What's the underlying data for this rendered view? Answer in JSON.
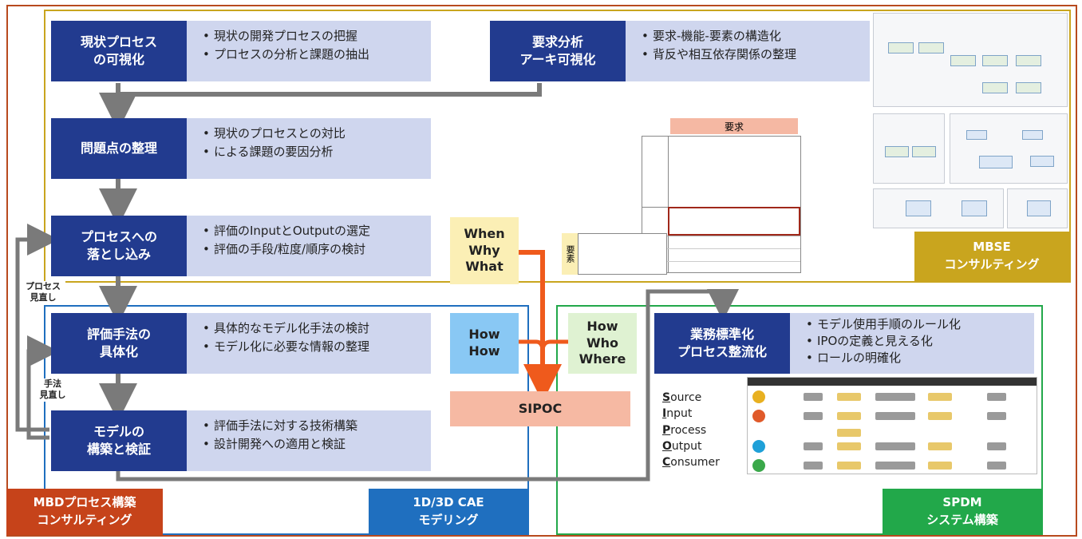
{
  "steps": [
    {
      "title": "現状プロセス\nの可視化",
      "bullets": [
        "現状の開発プロセスの把握",
        "プロセスの分析と課題の抽出"
      ]
    },
    {
      "title": "問題点の整理",
      "bullets": [
        "現状のプロセスとの対比",
        "による課題の要因分析"
      ]
    },
    {
      "title": "プロセスへの\n落とし込み",
      "bullets": [
        "評価のInputとOutputの選定",
        "評価の手段/粒度/順序の検討"
      ]
    },
    {
      "title": "評価手法の\n具体化",
      "bullets": [
        "具体的なモデル化手法の検討",
        "モデル化に必要な情報の整理"
      ]
    },
    {
      "title": "モデルの\n構築と検証",
      "bullets": [
        "評価手法に対する技術構築",
        "設計開発への適用と検証"
      ]
    }
  ],
  "req_analysis": {
    "title": "要求分析\nアーキ可視化",
    "bullets": [
      "要求-機能-要素の構造化",
      "背反や相互依存関係の整理"
    ]
  },
  "standardization": {
    "title": "業務標準化\nプロセス整流化",
    "bullets": [
      "モデル使用手順のルール化",
      "IPOの定義と見える化",
      "ロールの明確化"
    ]
  },
  "side_labels": {
    "process_review": "プロセス\n見直し",
    "method_review": "手法\n見直し"
  },
  "w_boxes": {
    "when_why_what": "When\nWhy\nWhat",
    "how_how": "How\nHow",
    "how_who_where": "How\nWho\nWhere"
  },
  "sipoc": {
    "label": "SIPOC",
    "lines": [
      [
        "S",
        "ource"
      ],
      [
        "I",
        "nput"
      ],
      [
        "P",
        "rocess"
      ],
      [
        "O",
        "utput"
      ],
      [
        "C",
        "onsumer"
      ]
    ]
  },
  "requirement_table": {
    "header": "要求",
    "side": "要素"
  },
  "tags": {
    "mbse": "MBSE\nコンサルティング",
    "mbd": "MBDプロセス構築\nコンサルティング",
    "cae": "1D/3D CAE\nモデリング",
    "spdm": "SPDM\nシステム構築"
  },
  "colors": {
    "step_bg": "#223b8f",
    "desc_bg": "#cfd6ee",
    "outer_frame": "#b84a1e",
    "mbse_frame": "#c9a51e",
    "cae_frame": "#1f6fbf",
    "spdm_frame": "#22a84a",
    "how_bg": "#89c8f4",
    "when_bg": "#fbefb5",
    "who_bg": "#dff2d2",
    "sipoc_bg": "#f6b9a3",
    "arrow_orange": "#ef5a1c",
    "arrow_gray": "#7a7a7a"
  }
}
